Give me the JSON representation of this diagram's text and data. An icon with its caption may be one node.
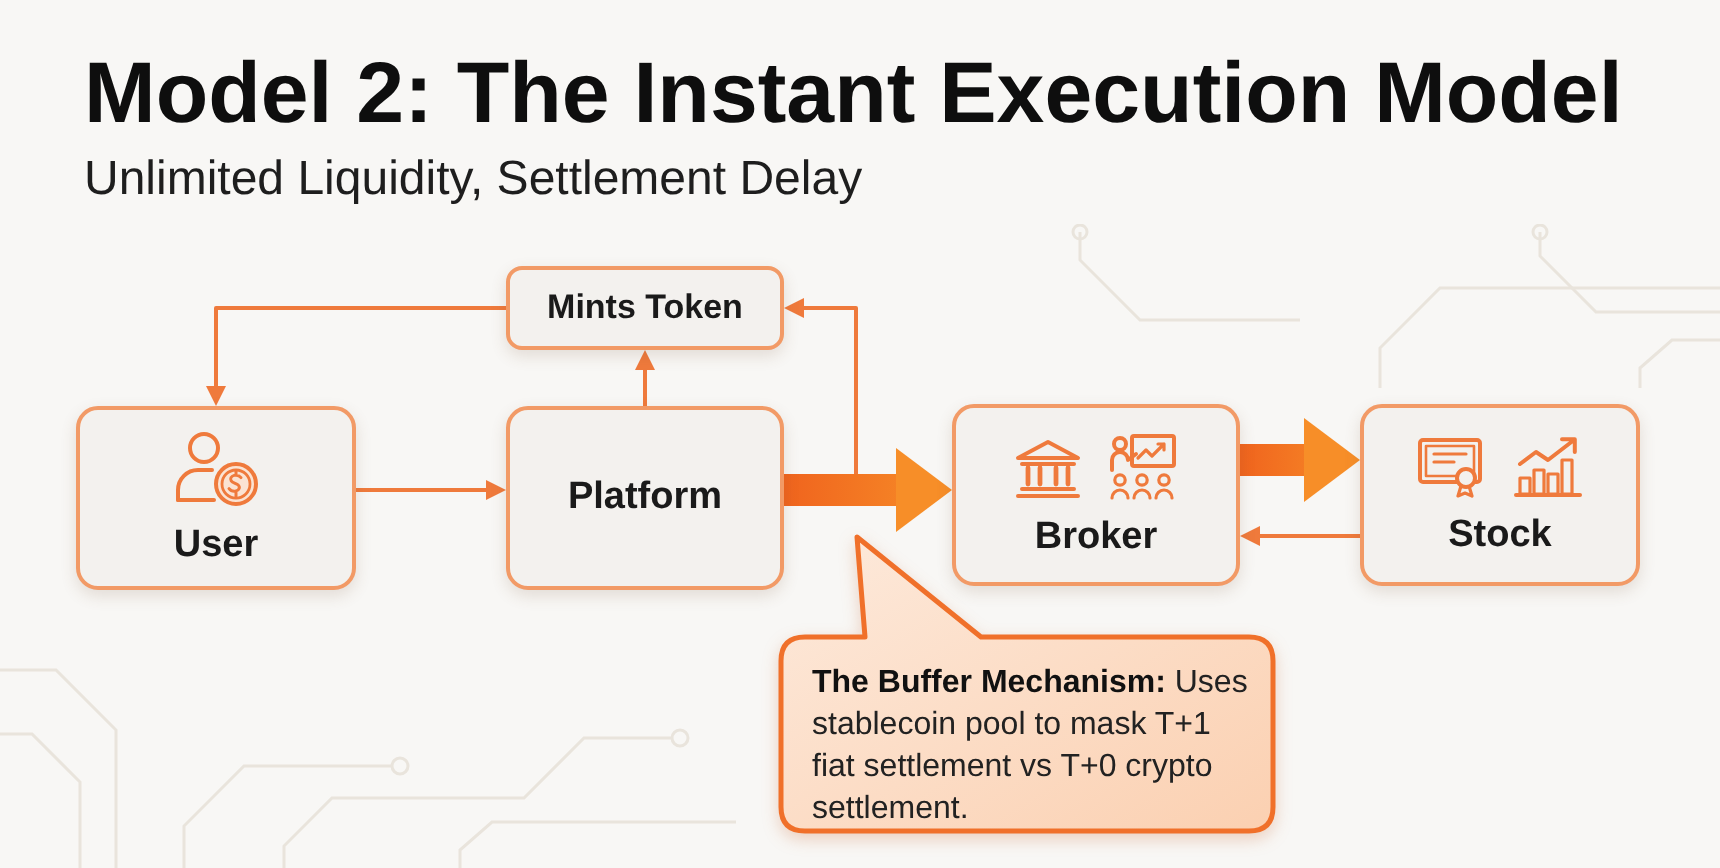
{
  "diagram": {
    "title": "Model 2: The Instant Execution Model",
    "nodes": [
      {
        "text": [
          "Mints Token"
        ]
      },
      {
        "text": [
          "User"
        ]
      },
      {
        "text": [
          "Platform"
        ]
      },
      {
        "text": [
          "Broker"
        ]
      },
      {
        "text": [
          "Stock"
        ]
      },
      {
        "text": [
          "**The Buffer Mechanism:** Uses stablecoin pool to mask T+1 fiat settlement vs T+0 crypto settlement."
        ]
      }
    ],
    "edges": [
      {
        "from": 2,
        "to": 0,
        "arrow": "to"
      },
      {
        "from": 0,
        "to": 1,
        "arrow": "to"
      },
      {
        "from": 1,
        "to": 2,
        "arrow": "to"
      },
      {
        "from": 2,
        "to": 3,
        "arrow": "to",
        "style": "thick"
      },
      {
        "from": 2,
        "to": 0,
        "arrow": "to"
      },
      {
        "from": 3,
        "to": 4,
        "arrow": "to",
        "style": "thick"
      },
      {
        "from": 4,
        "to": 3,
        "arrow": "to"
      }
    ],
    "labels": [
      "Unlimited Liquidity, Settlement Delay"
    ]
  }
}
